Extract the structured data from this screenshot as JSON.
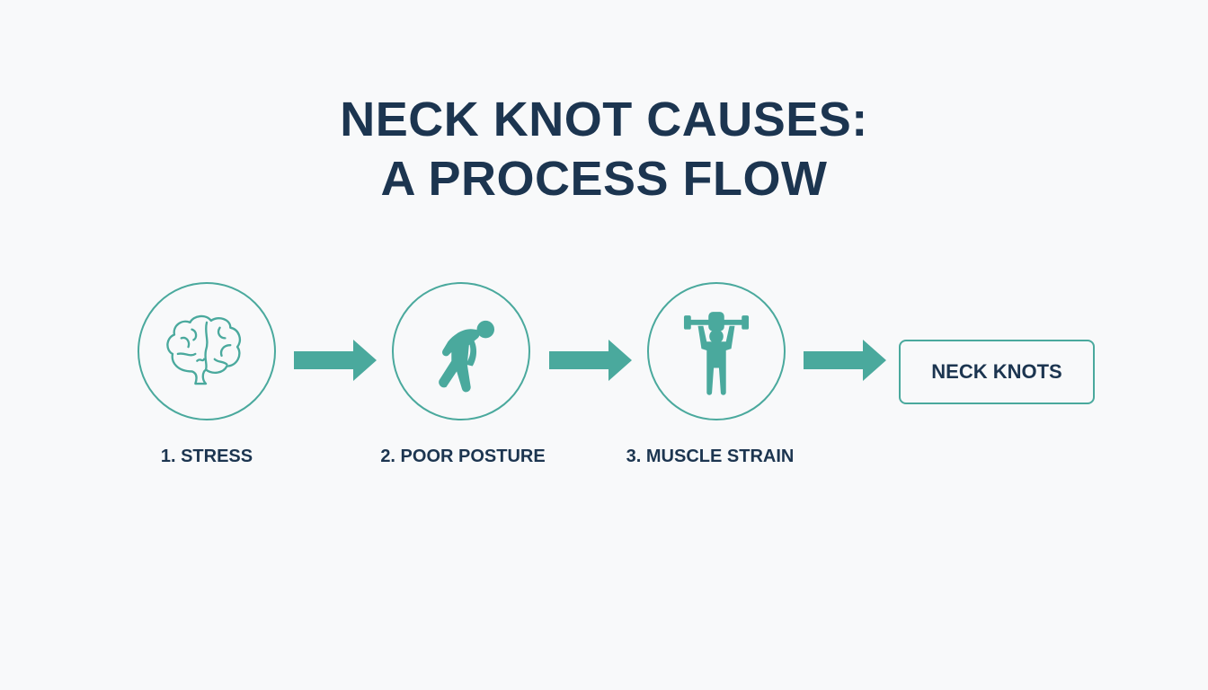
{
  "title": {
    "line1": "NECK KNOT CAUSES:",
    "line2": "A PROCESS FLOW"
  },
  "steps": [
    {
      "label": "1. STRESS",
      "icon": "brain-icon"
    },
    {
      "label": "2. POOR POSTURE",
      "icon": "hunched-person-icon"
    },
    {
      "label": "3. MUSCLE STRAIN",
      "icon": "weightlifter-icon"
    }
  ],
  "result": {
    "label": "NECK KNOTS"
  },
  "colors": {
    "accent": "#4aa99d",
    "text": "#1c3550",
    "background": "#f8f9fa"
  }
}
